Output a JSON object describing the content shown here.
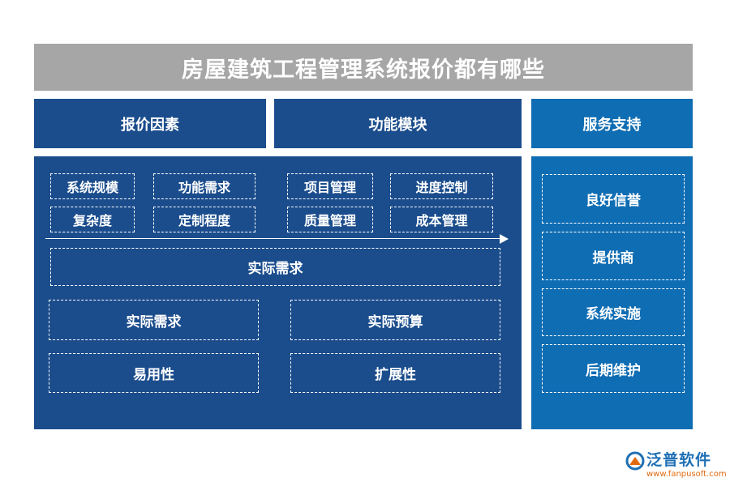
{
  "title": "房屋建筑工程管理系统报价都有哪些",
  "headers": {
    "quote_factors": "报价因素",
    "function_modules": "功能模块",
    "service_support": "服务支持"
  },
  "factors": [
    "系统规模",
    "功能需求",
    "复杂度",
    "定制程度"
  ],
  "modules": [
    "项目管理",
    "进度控制",
    "质量管理",
    "成本管理"
  ],
  "wide_box": "实际需求",
  "grid": [
    "实际需求",
    "实际预算",
    "易用性",
    "扩展性"
  ],
  "services": [
    "良好信誉",
    "提供商",
    "系统实施",
    "后期维护"
  ],
  "logo": {
    "name": "泛普软件",
    "url": "www.fanpusoft.com"
  }
}
